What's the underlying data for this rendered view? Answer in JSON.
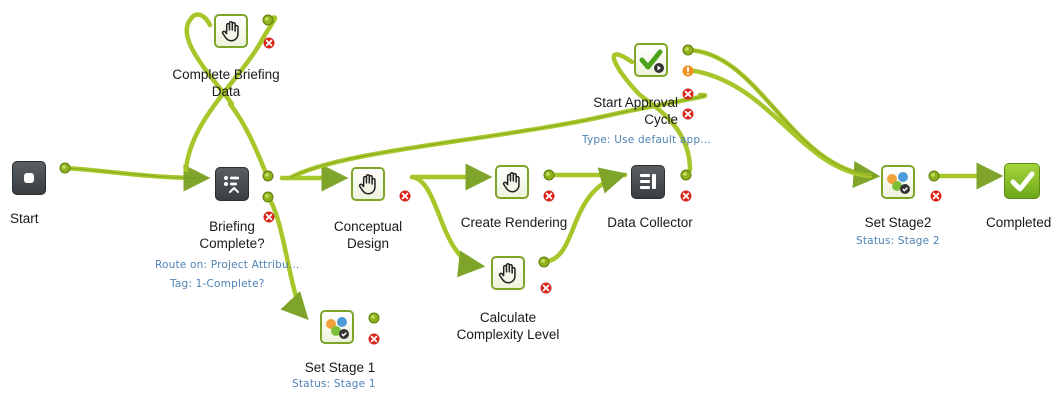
{
  "nodes": {
    "start": {
      "label": "Start"
    },
    "complete_briefing": {
      "label": "Complete Briefing\nData"
    },
    "briefing_complete": {
      "label": "Briefing\nComplete?",
      "meta1": "Route on: Project Attribu...",
      "meta2": "Tag: 1-Complete?"
    },
    "set_stage1": {
      "label": "Set Stage 1",
      "meta1": "Status: Stage 1"
    },
    "conceptual_design": {
      "label": "Conceptual\nDesign"
    },
    "create_rendering": {
      "label": "Create Rendering"
    },
    "calculate_complexity": {
      "label": "Calculate\nComplexity Level"
    },
    "data_collector": {
      "label": "Data Collector"
    },
    "start_approval": {
      "label": "Start Approval\nCycle",
      "meta1": "Type: Use default app..."
    },
    "set_stage2": {
      "label": "Set Stage2",
      "meta1": "Status: Stage 2"
    },
    "completed": {
      "label": "Completed"
    }
  },
  "colors": {
    "connector": "#a6c62a",
    "connector_edge": "#6b8a12",
    "error": "#d9261c",
    "warning": "#f0901e",
    "meta_text": "#4f83b5"
  },
  "icons": {
    "start": "square-dot-icon",
    "user_task": "hand-icon",
    "router": "router-list-icon",
    "data": "data-collector-icon",
    "approval": "approval-check-icon",
    "stage": "stage-people-icon",
    "completed": "checkmark-icon"
  }
}
